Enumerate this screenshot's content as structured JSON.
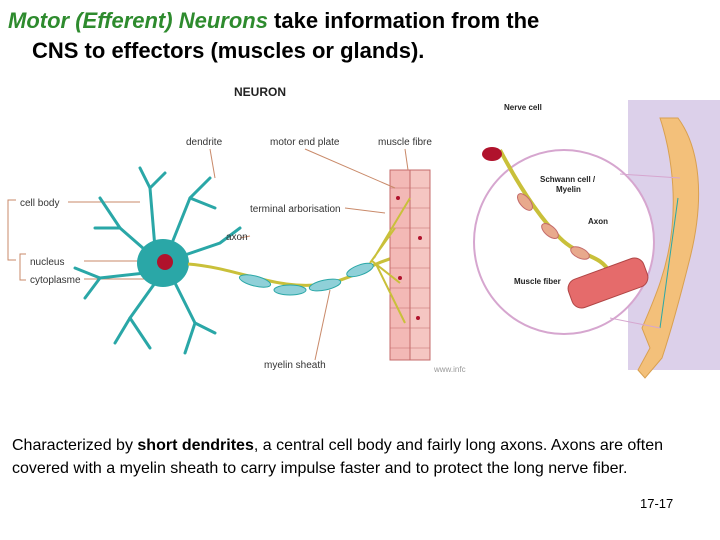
{
  "title": {
    "term": "Motor (Efferent) Neurons",
    "line1_rest": " take information from the",
    "line2": "CNS to effectors (muscles or glands)."
  },
  "figure": {
    "heading": "NEURON",
    "labels": {
      "dendrite": "dendrite",
      "motor_end_plate": "motor end plate",
      "muscle_fibre": "muscle fibre",
      "cell_body": "cell body",
      "terminal_arborisation": "terminal arborisation",
      "axon": "axon",
      "nucleus": "nucleus",
      "cytoplasme": "cytoplasme",
      "myelin_sheath": "myelin sheath",
      "watermark": "www.infc"
    },
    "inset_labels": {
      "nerve_cell": "Nerve cell",
      "schwann_line1": "Schwann cell /",
      "schwann_line2": "Myelin",
      "axon": "Axon",
      "muscle_fiber": "Muscle fiber"
    }
  },
  "body": {
    "pre": "Characterized by ",
    "bold": "short dendrites",
    "post": ", a central cell body and fairly long axons.  Axons are often covered with a myelin sheath to carry impulse faster and to protect the long nerve fiber."
  },
  "slide_number": "17-17",
  "colors": {
    "term_green": "#2e8b2e",
    "neuron_teal": "#2aa7a7",
    "nucleus_red": "#b0122c",
    "muscle_pink": "#f3b9b6",
    "arm_skin": "#f3c07a",
    "panel_purple": "#dcd0ea"
  }
}
